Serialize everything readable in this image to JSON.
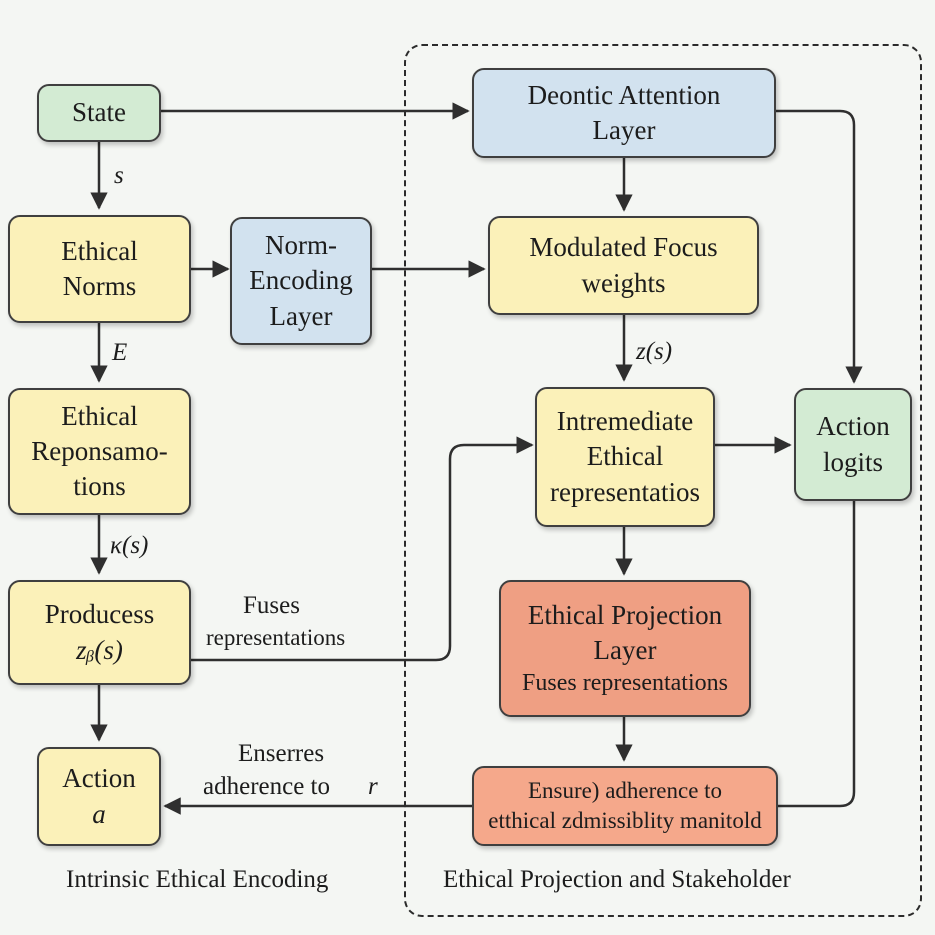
{
  "nodes": {
    "state": {
      "line1": "State"
    },
    "ethical_norms": {
      "line1": "Ethical",
      "line2": "Norms"
    },
    "norm_encoding": {
      "line1": "Norm-",
      "line2": "Encoding",
      "line3": "Layer"
    },
    "ethical_repr": {
      "line1": "Ethical",
      "line2": "Reponsamo-",
      "line3": "tions"
    },
    "produces": {
      "line1": "Producess",
      "line2": "zᵦ(s)"
    },
    "action": {
      "line1": "Action",
      "line2": "a"
    },
    "deontic": {
      "line1": "Deontic Attention",
      "line2": "Layer"
    },
    "modulated": {
      "line1": "Modulated Focus",
      "line2": "weights"
    },
    "intermediate": {
      "line1": "Intremediate",
      "line2": "Ethical",
      "line3": "representatios"
    },
    "action_logits": {
      "line1": "Action",
      "line2": "logits"
    },
    "projection": {
      "line1": "Ethical Projection",
      "line2": "Layer",
      "line3": "Fuses representations"
    },
    "ensure": {
      "line1": "Ensure) adherence to",
      "line2": "etthical zdmissiblity manitold"
    }
  },
  "edge_labels": {
    "s": "s",
    "E": "E",
    "kappa": "κ(s)",
    "zs": "z(s)",
    "fuses_1": "Fuses",
    "fuses_2": "representations",
    "enserres_1": "Enserres",
    "enserres_2": "adherence to",
    "r": "r"
  },
  "captions": {
    "left": "Intrinsic Ethical Encoding",
    "right": "Ethical Projection and Stakeholder"
  },
  "colors": {
    "green": "#d3ebd3",
    "yellow": "#fbf1b9",
    "blue": "#d2e2ef",
    "salmon": "#ef9f83",
    "arrow": "#2f2f2f"
  }
}
